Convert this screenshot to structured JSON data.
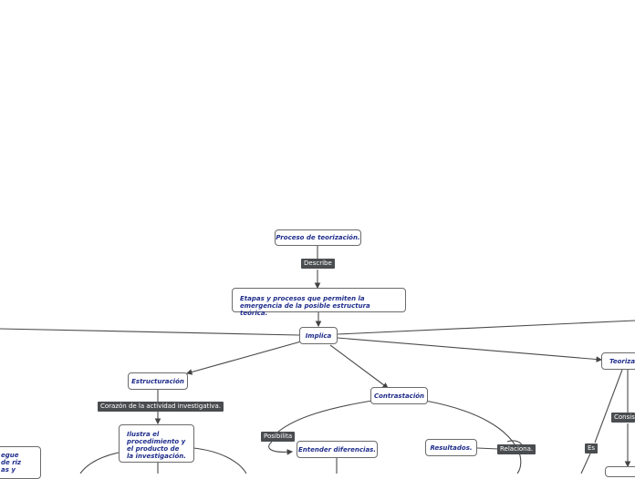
{
  "nodes": {
    "proceso": "Proceso de teorización.",
    "etapas": "Etapas y procesos que permiten la emergencia de la posible estructura teórica.",
    "implica": "Implica",
    "estructuracion": "Estructuración",
    "ilustra": "Ilustra el procedimiento y el producto de la investigación.",
    "contrastacion": "Contrastación",
    "entender": "Entender diferencias.",
    "resultados": "Resultados.",
    "teorizacion_partial": "Teorizac",
    "left_partial": "egue de riz as y"
  },
  "labels": {
    "describe": "Describe",
    "corazon": "Corazón de la actividad investigativa.",
    "posibilita": "Posibilita",
    "relaciona": "Relaciona.",
    "es": "Es",
    "consiste_partial": "Consist"
  }
}
